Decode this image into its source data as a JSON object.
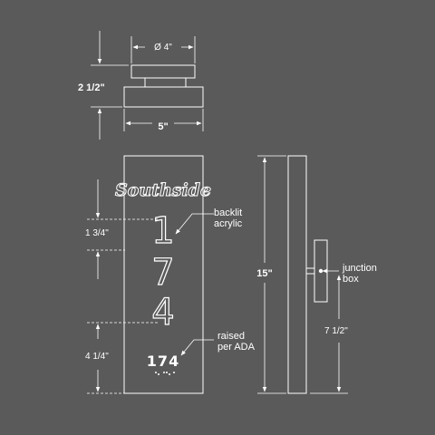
{
  "dimensions": {
    "top_diameter": "Ø 4\"",
    "top_height": "2 1/2\"",
    "top_width": "5\"",
    "front_upper_gap": "1 3/4\"",
    "front_lower_gap": "4 1/4\"",
    "side_height": "15\"",
    "side_box_height": "7 1/2\""
  },
  "sign": {
    "brand": "Southside",
    "digit_1": "1",
    "digit_2": "7",
    "digit_3": "4",
    "address_number": "174"
  },
  "notes": {
    "backlit_line1": "backlit",
    "backlit_line2": "acrylic",
    "raised_line1": "raised",
    "raised_line2": "per ADA",
    "junction_line1": "junction",
    "junction_line2": "box"
  }
}
